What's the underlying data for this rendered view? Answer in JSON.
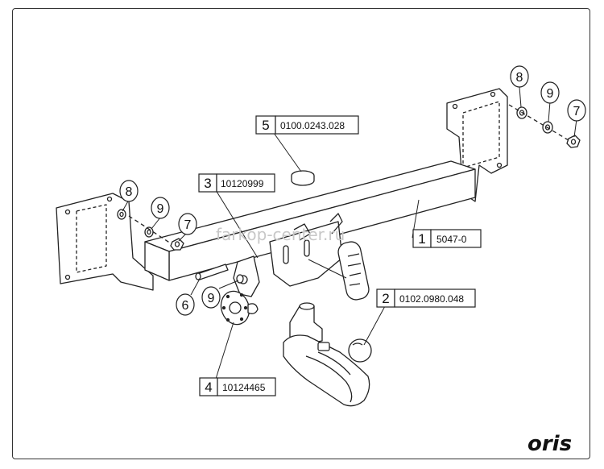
{
  "watermark": "farkop-center.ru",
  "logo": "oris",
  "parts": {
    "p1": {
      "num": "1",
      "code": "5047-0"
    },
    "p2": {
      "num": "2",
      "code": "0102.0980.048"
    },
    "p3": {
      "num": "3",
      "code": "10120999"
    },
    "p4": {
      "num": "4",
      "code": "10124465"
    },
    "p5": {
      "num": "5",
      "code": "0100.0243.028"
    }
  },
  "callouts": {
    "c6": "6",
    "c7_left": "7",
    "c7_right": "7",
    "c8_left": "8",
    "c8_right": "8",
    "c9_left": "9",
    "c9_right": "9",
    "c9_lower": "9"
  }
}
